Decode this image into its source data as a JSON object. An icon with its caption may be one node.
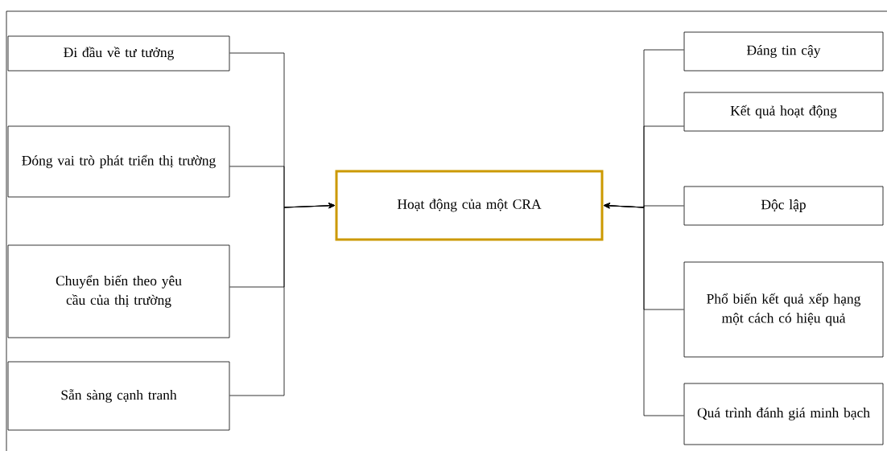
{
  "diagram": {
    "nodes": [
      {
        "text": [
          "Đi đầu về tư tưởng"
        ]
      },
      {
        "text": [
          "Đóng vai trò phát triển thị trường"
        ]
      },
      {
        "text": [
          "Chuyển biến theo yêu cầu của thị trường"
        ]
      },
      {
        "text": [
          "Sẵn sàng cạnh tranh"
        ]
      },
      {
        "text": [
          "Hoạt động của một CRA"
        ]
      },
      {
        "text": [
          "Đáng tin cậy"
        ]
      },
      {
        "text": [
          "Kết quả hoạt động"
        ]
      },
      {
        "text": [
          "Độc lập"
        ]
      },
      {
        "text": [
          "Phổ biến kết quả xếp hạng một cách có hiệu quả"
        ]
      },
      {
        "text": [
          "Quá trình đánh giá minh bạch"
        ]
      }
    ],
    "edges": [
      {
        "from": 0,
        "to": 4,
        "arrow": "to"
      },
      {
        "from": 1,
        "to": 4,
        "arrow": "to"
      },
      {
        "from": 2,
        "to": 4,
        "arrow": "to"
      },
      {
        "from": 3,
        "to": 4,
        "arrow": "to"
      },
      {
        "from": 5,
        "to": 4,
        "arrow": "to"
      },
      {
        "from": 6,
        "to": 4,
        "arrow": "to"
      },
      {
        "from": 7,
        "to": 4,
        "arrow": "to"
      },
      {
        "from": 8,
        "to": 4,
        "arrow": "to"
      },
      {
        "from": 9,
        "to": 4,
        "arrow": "to"
      }
    ]
  }
}
